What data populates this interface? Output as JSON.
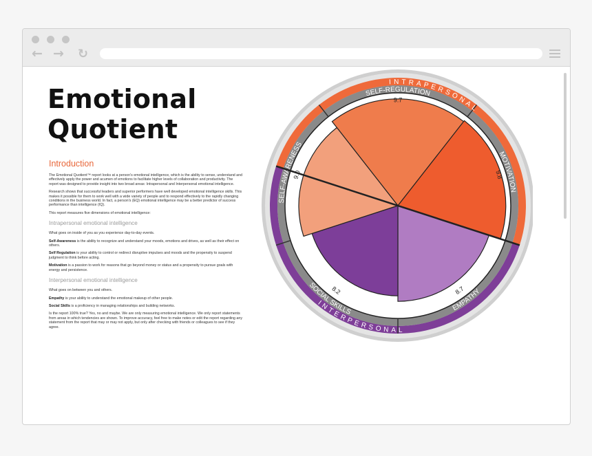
{
  "report": {
    "title_line1": "Emotional",
    "title_line2": "Quotient",
    "intro_heading": "Introduction",
    "intro_p1": "The Emotional Quotient™ report looks at a person's emotional intelligence, which is the ability to sense, understand and effectively apply the power and acumen of emotions to facilitate higher levels of collaboration and productivity. The report was designed to provide insight into two broad areas: Intrapersonal and Interpersonal emotional intelligence.",
    "intro_p2": "Research shows that successful leaders and superior performers have well developed emotional intelligence skills. This makes it possible for them to work well with a wide variety of people and to respond effectively to the rapidly changing conditions in the business world. In fact, a person's (EQ) emotional intelligence may be a better predictor of success performance than intelligence (IQ).",
    "intro_p3": "This report measures five dimensions of emotional intelligence:",
    "intra_heading": "Intrapersonal emotional intelligence",
    "intra_p1": "What goes on inside of you as you experience day-to-day events.",
    "self_awareness_term": "Self-Awareness",
    "self_awareness_def": " is the ability to recognize and understand your moods, emotions and drives, as well as their effect on others.",
    "self_regulation_term": "Self Regulation",
    "self_regulation_def": " is your ability to control or redirect disruptive impulses and moods and the propensity to suspend judgment to think before acting.",
    "motivation_term": "Motivation",
    "motivation_def": " is a passion to work for reasons that go beyond money or status and a propensity to pursue goals with energy and persistence.",
    "inter_heading": "Interpersonal emotional intelligence",
    "inter_p1": "What goes on between you and others.",
    "empathy_term": "Empathy",
    "empathy_def": " is your ability to understand the emotional makeup of other people.",
    "social_skills_term": "Social Skills",
    "social_skills_def": " is a proficiency in managing relationships and building networks.",
    "closing_p": "Is the report 100% true? Yes, no and maybe. We are only measuring emotional intelligence. We only report statements from areas in which tendencies are shown. To improve accuracy, feel free to make notes or edit the report regarding any statement from the report that may or may not apply, but only after checking with friends or colleagues to see if they agree."
  },
  "browser": {
    "back_icon": "arrow-left-icon",
    "forward_icon": "arrow-right-icon",
    "reload_icon": "reload-icon",
    "menu_icon": "hamburger-menu-icon"
  },
  "colors": {
    "accent_heading": "#e8673a",
    "intrapersonal_band": "#ef6a3a",
    "interpersonal_band": "#7e3e98"
  },
  "chart_data": {
    "type": "polar-area",
    "max_value": 10,
    "groups": [
      {
        "label": "INTRAPERSONAL",
        "color": "#ef6a3a"
      },
      {
        "label": "INTERPERSONAL",
        "color": "#7e3e98"
      }
    ],
    "segments": [
      {
        "name": "SELF-REGULATION",
        "value": 9.7,
        "value_label": "9.7",
        "color": "#ef7c4c",
        "group": "INTRAPERSONAL"
      },
      {
        "name": "MOTIVATION",
        "value": 9.8,
        "value_label": "9.8",
        "color": "#ee5c2e",
        "group": "INTRAPERSONAL"
      },
      {
        "name": "EMPATHY",
        "value": 8.7,
        "value_label": "8.7",
        "color": "#b07cc2",
        "group": "INTERPERSONAL"
      },
      {
        "name": "SOCIAL SKILLS",
        "value": 8.2,
        "value_label": "8.2",
        "color": "#7d3e99",
        "group": "INTERPERSONAL"
      },
      {
        "name": "SELF-AWARENESS",
        "value": 9.0,
        "value_label": "9.0",
        "color": "#f2a07c",
        "group": "INTRAPERSONAL"
      }
    ]
  }
}
